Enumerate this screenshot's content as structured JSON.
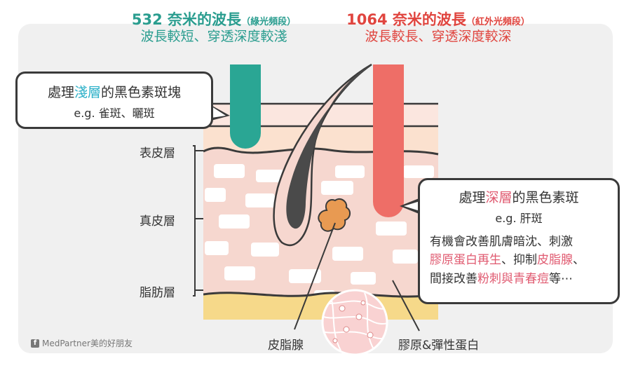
{
  "headers": {
    "green": {
      "title": "532 奈米的波長",
      "note": "（綠光頻段）",
      "sub": "波長較短、穿透深度較淺"
    },
    "red": {
      "title": "1064 奈米的波長",
      "note": "（紅外光頻段）",
      "sub": "波長較長、穿透深度較深"
    }
  },
  "callout_shallow": {
    "pre": "處理",
    "highlight": "淺層",
    "post": "的黑色素斑塊",
    "example": "e.g. 雀斑、曬斑"
  },
  "callout_deep": {
    "pre": "處理",
    "highlight": "深層",
    "post": "的黑色素斑",
    "example": "e.g. 肝斑",
    "line1": "有機會改善肌膚暗沈、刺激",
    "line2_a": "膠原蛋白再生",
    "line2_b": "、抑制",
    "line2_c": "皮脂腺",
    "line2_d": "、",
    "line3_a": "間接改善",
    "line3_b": "粉刺與青春痘",
    "line3_c": "等⋯"
  },
  "layers": {
    "epidermis": "表皮層",
    "dermis": "真皮層",
    "fat": "脂肪層"
  },
  "bottom_labels": {
    "sebaceous": "皮脂腺",
    "collagen": "膠原&彈性蛋白"
  },
  "credit": {
    "icon": "facebook-icon",
    "text": "MedPartner美的好朋友"
  },
  "colors": {
    "green": "#2a9d8f",
    "red": "#e0453f",
    "pink_highlight": "#e05a70",
    "blue_highlight": "#2bb0c8",
    "skin": "#f6d7cf",
    "fat": "#f6d98a"
  }
}
